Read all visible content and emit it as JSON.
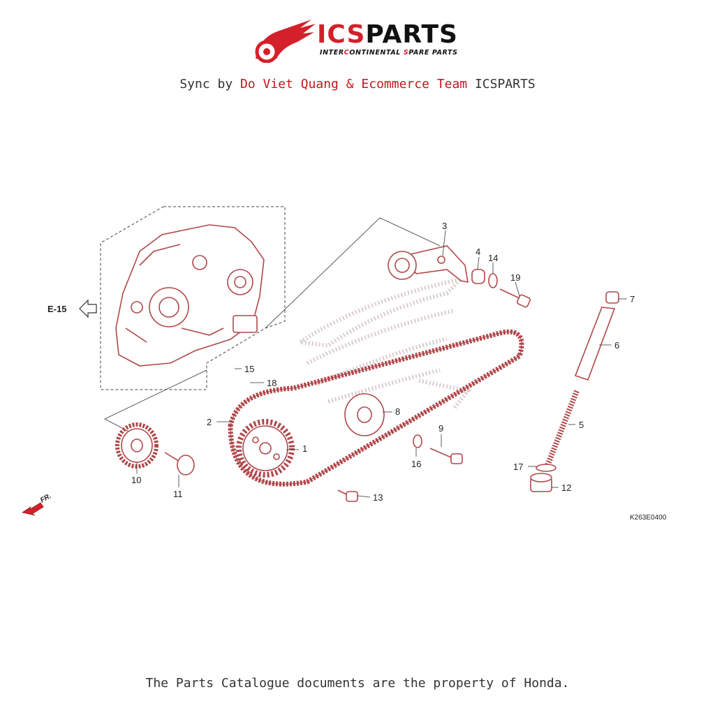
{
  "header": {
    "brand_ic": "ICS",
    "brand_parts": "PARTS",
    "tagline": [
      {
        "t": "INTER",
        "red": false
      },
      {
        "t": "C",
        "red": true
      },
      {
        "t": "ONTINENTAL ",
        "red": false
      },
      {
        "t": "S",
        "red": true
      },
      {
        "t": "PARE PARTS",
        "red": false
      }
    ],
    "sync_prefix": "Sync by ",
    "sync_author": "Do Viet Quang & Ecommerce Team",
    "sync_suffix": " ICSPARTS"
  },
  "diagram": {
    "ref_label": "E-15",
    "drawing_code": "K263E0400",
    "front_label": "FR.",
    "callouts": [
      "1",
      "2",
      "3",
      "4",
      "5",
      "6",
      "7",
      "8",
      "9",
      "10",
      "11",
      "12",
      "13",
      "14",
      "15",
      "16",
      "17",
      "18",
      "19"
    ]
  },
  "footer": {
    "text": "The Parts Catalogue documents are the property of Honda."
  },
  "colors": {
    "accent": "#d4202a",
    "line_art": "#b0474a"
  }
}
